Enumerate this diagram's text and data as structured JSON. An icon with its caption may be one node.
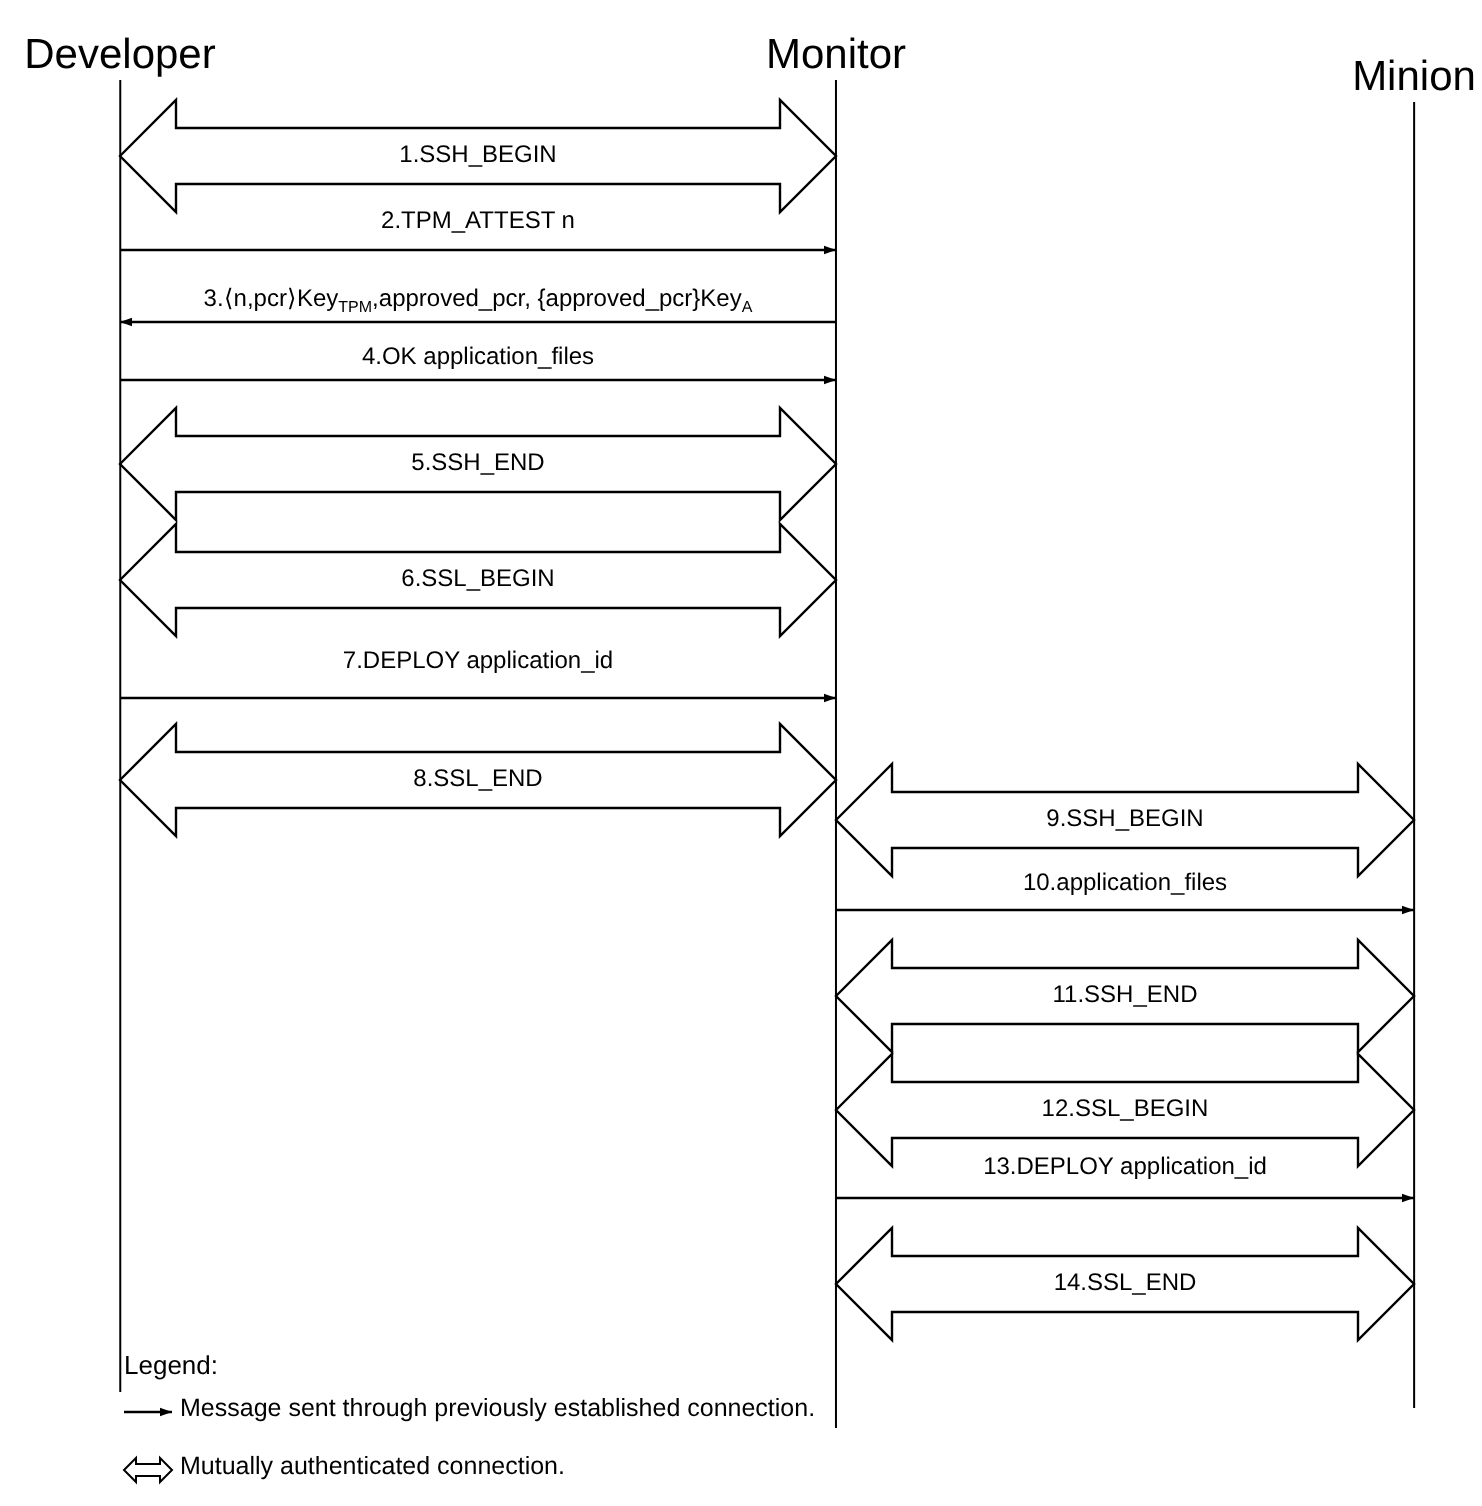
{
  "diagram": {
    "nodes": [
      {
        "text": [
          "Developer"
        ]
      },
      {
        "text": [
          "Monitor"
        ]
      },
      {
        "text": [
          "Minion"
        ]
      }
    ],
    "edges": [
      {
        "from": 0,
        "to": 1,
        "arrow": "both",
        "style": "thick",
        "label": "1.SSH_BEGIN"
      },
      {
        "from": 0,
        "to": 1,
        "arrow": "to",
        "label": "2.TPM_ATTEST n"
      },
      {
        "from": 1,
        "to": 0,
        "arrow": "to",
        "label": "3.⟨n,pcr⟩Key$_{TPM}$,approved_pcr, {approved_pcr}Key$_{A}$"
      },
      {
        "from": 0,
        "to": 1,
        "arrow": "to",
        "label": "4.OK application_files"
      },
      {
        "from": 0,
        "to": 1,
        "arrow": "both",
        "style": "thick",
        "label": "5.SSH_END"
      },
      {
        "from": 0,
        "to": 1,
        "arrow": "both",
        "style": "thick",
        "label": "6.SSL_BEGIN"
      },
      {
        "from": 0,
        "to": 1,
        "arrow": "to",
        "label": "7.DEPLOY application_id"
      },
      {
        "from": 0,
        "to": 1,
        "arrow": "both",
        "style": "thick",
        "label": "8.SSL_END"
      },
      {
        "from": 1,
        "to": 2,
        "arrow": "both",
        "style": "thick",
        "label": "9.SSH_BEGIN"
      },
      {
        "from": 1,
        "to": 2,
        "arrow": "to",
        "label": "10.application_files"
      },
      {
        "from": 1,
        "to": 2,
        "arrow": "both",
        "style": "thick",
        "label": "11.SSH_END"
      },
      {
        "from": 1,
        "to": 2,
        "arrow": "both",
        "style": "thick",
        "label": "12.SSL_BEGIN"
      },
      {
        "from": 1,
        "to": 2,
        "arrow": "to",
        "label": "13.DEPLOY application_id"
      },
      {
        "from": 1,
        "to": 2,
        "arrow": "both",
        "style": "thick",
        "label": "14.SSL_END"
      }
    ],
    "labels": [
      "Legend:"
    ],
    "legend": [
      {
        "text": "Message sent through previously established connection."
      },
      {
        "text": "Mutually authenticated connection."
      }
    ]
  }
}
